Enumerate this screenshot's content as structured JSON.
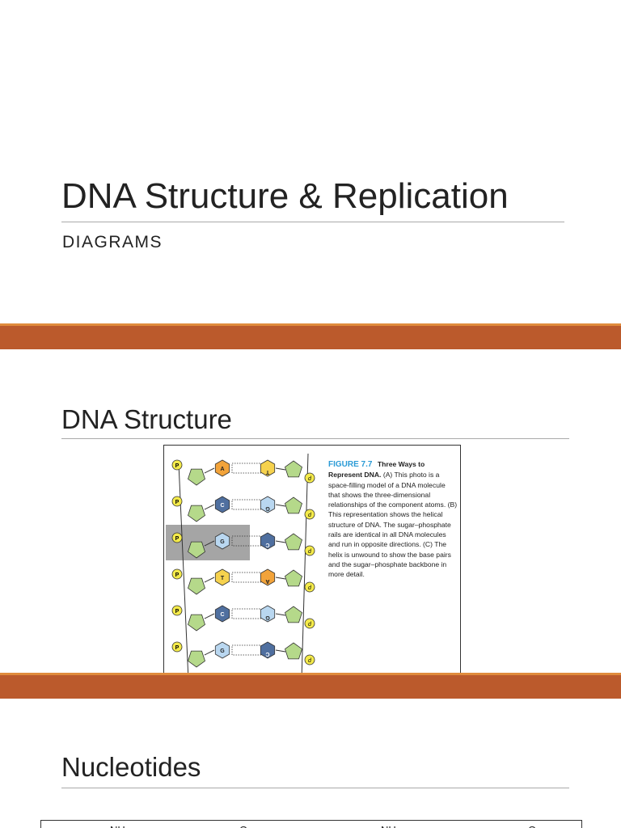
{
  "slide1": {
    "title": "DNA Structure & Replication",
    "subtitle": "DIAGRAMS"
  },
  "slide2": {
    "title": "DNA Structure",
    "figure": {
      "label": "FIGURE 7.7",
      "heading": "Three Ways to Represent DNA.",
      "text": "(A) This photo is a space-filling model of a DNA molecule that shows the three-dimensional relationships of the component atoms. (B) This representation shows the helical structure of DNA. The sugar–phosphate rails are identical in all DNA molecules and run in opposite directions. (C) The helix is unwound to show the base pairs and the sugar–phosphate backbone in more detail.",
      "phosphate_label": "P",
      "deoxyribose_label": "d",
      "base_pairs": [
        {
          "left": "A",
          "right": "T"
        },
        {
          "left": "C",
          "right": "G"
        },
        {
          "left": "G",
          "right": "C"
        },
        {
          "left": "T",
          "right": "A"
        },
        {
          "left": "C",
          "right": "G"
        },
        {
          "left": "G",
          "right": "C"
        }
      ],
      "colors": {
        "sugar": "#b5d98a",
        "phosphate": "#f4ea4a",
        "adenine": "#f2a33a",
        "thymine": "#f6d24e",
        "cytosine": "#4f6f9f",
        "guanine": "#b9d7f0",
        "highlight": "#8f8f8f"
      }
    }
  },
  "slide3": {
    "title": "Nucleotides",
    "fragments": [
      "NH",
      "O",
      "NH",
      "O"
    ]
  },
  "colors": {
    "band": "#bb5a2c",
    "band_top": "#e08b3c",
    "caption_label": "#2b9bd6"
  }
}
